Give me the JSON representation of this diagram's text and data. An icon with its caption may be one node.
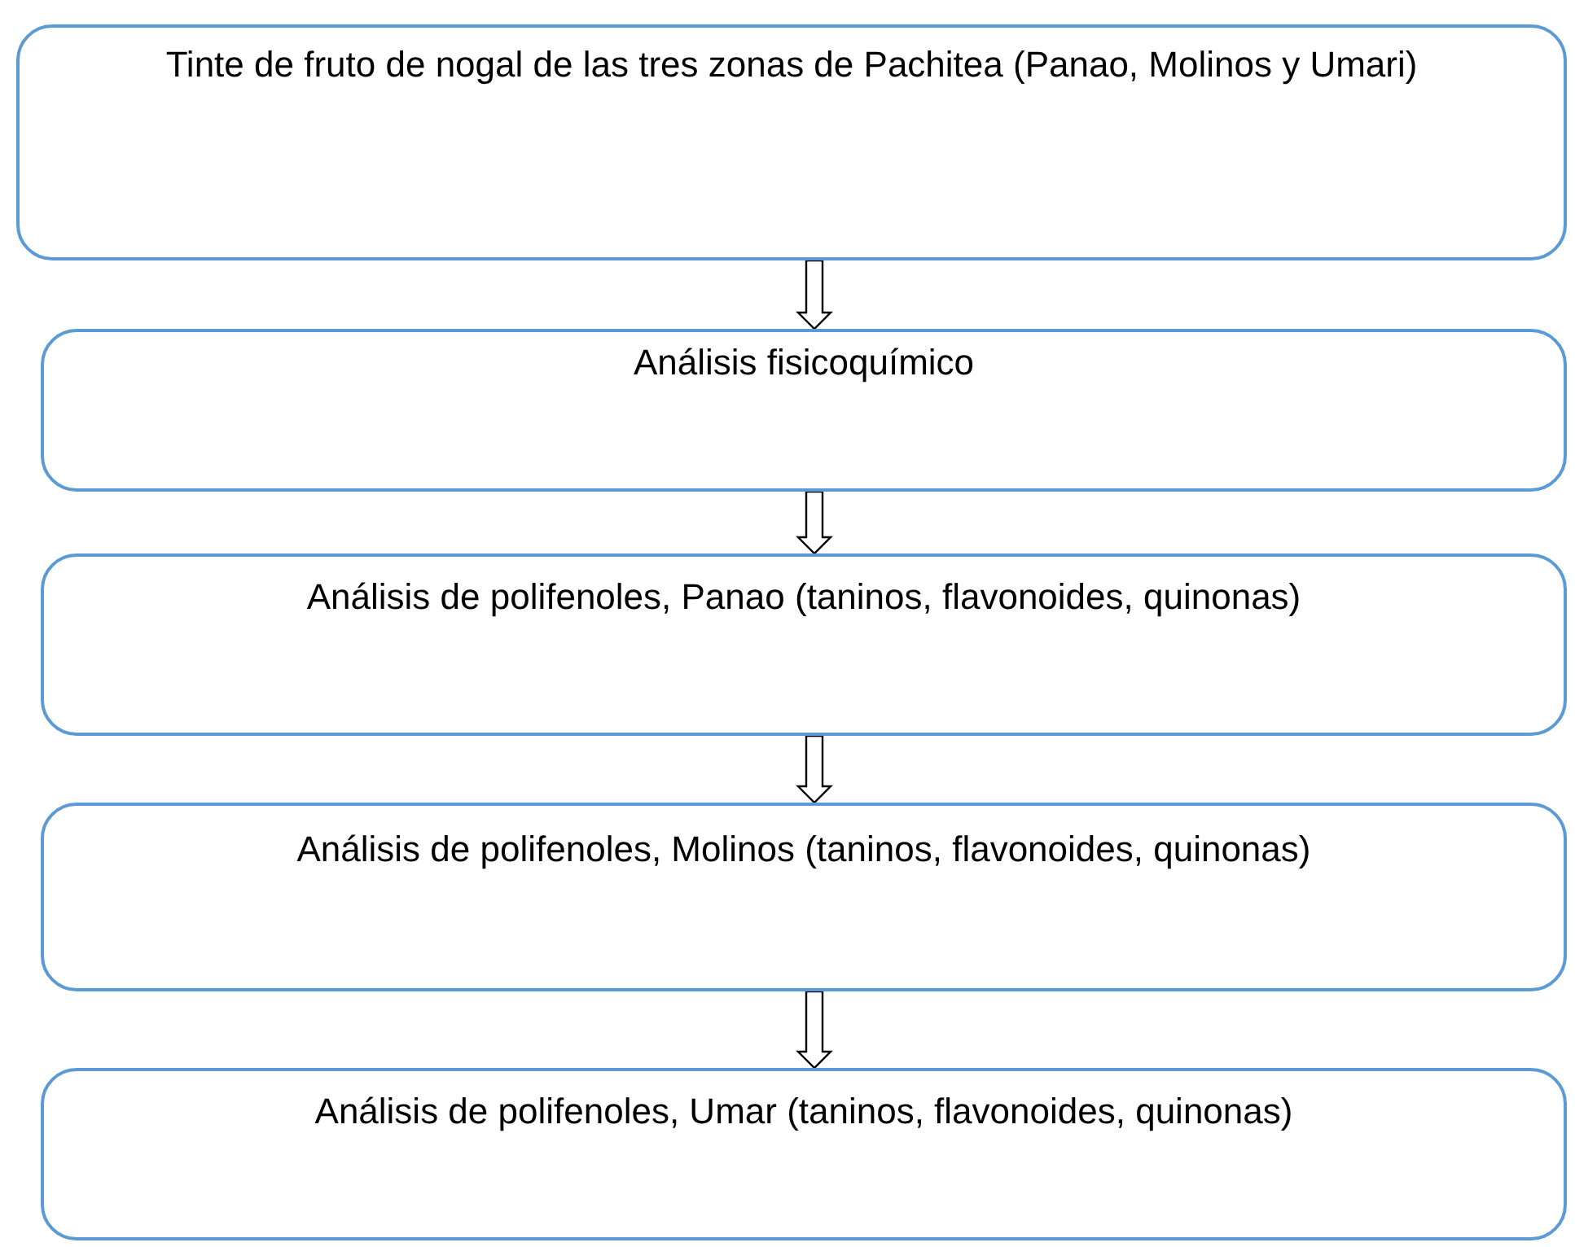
{
  "diagram": {
    "nodes": [
      {
        "text": [
          "Tinte de fruto de nogal de las tres zonas de Pachitea (Panao, Molinos y Umari)"
        ]
      },
      {
        "text": [
          "Análisis fisicoquímico"
        ]
      },
      {
        "text": [
          "Análisis de polifenoles, Panao (taninos, flavonoides, quinonas)"
        ]
      },
      {
        "text": [
          "Análisis de polifenoles, Molinos (taninos, flavonoides, quinonas)"
        ]
      },
      {
        "text": [
          "Análisis de polifenoles, Umar (taninos, flavonoides, quinonas)"
        ]
      }
    ],
    "edges": [
      {
        "from": 0,
        "to": 1,
        "arrow": "to"
      },
      {
        "from": 1,
        "to": 2,
        "arrow": "to"
      },
      {
        "from": 2,
        "to": 3,
        "arrow": "to"
      },
      {
        "from": 3,
        "to": 4,
        "arrow": "to"
      }
    ]
  }
}
